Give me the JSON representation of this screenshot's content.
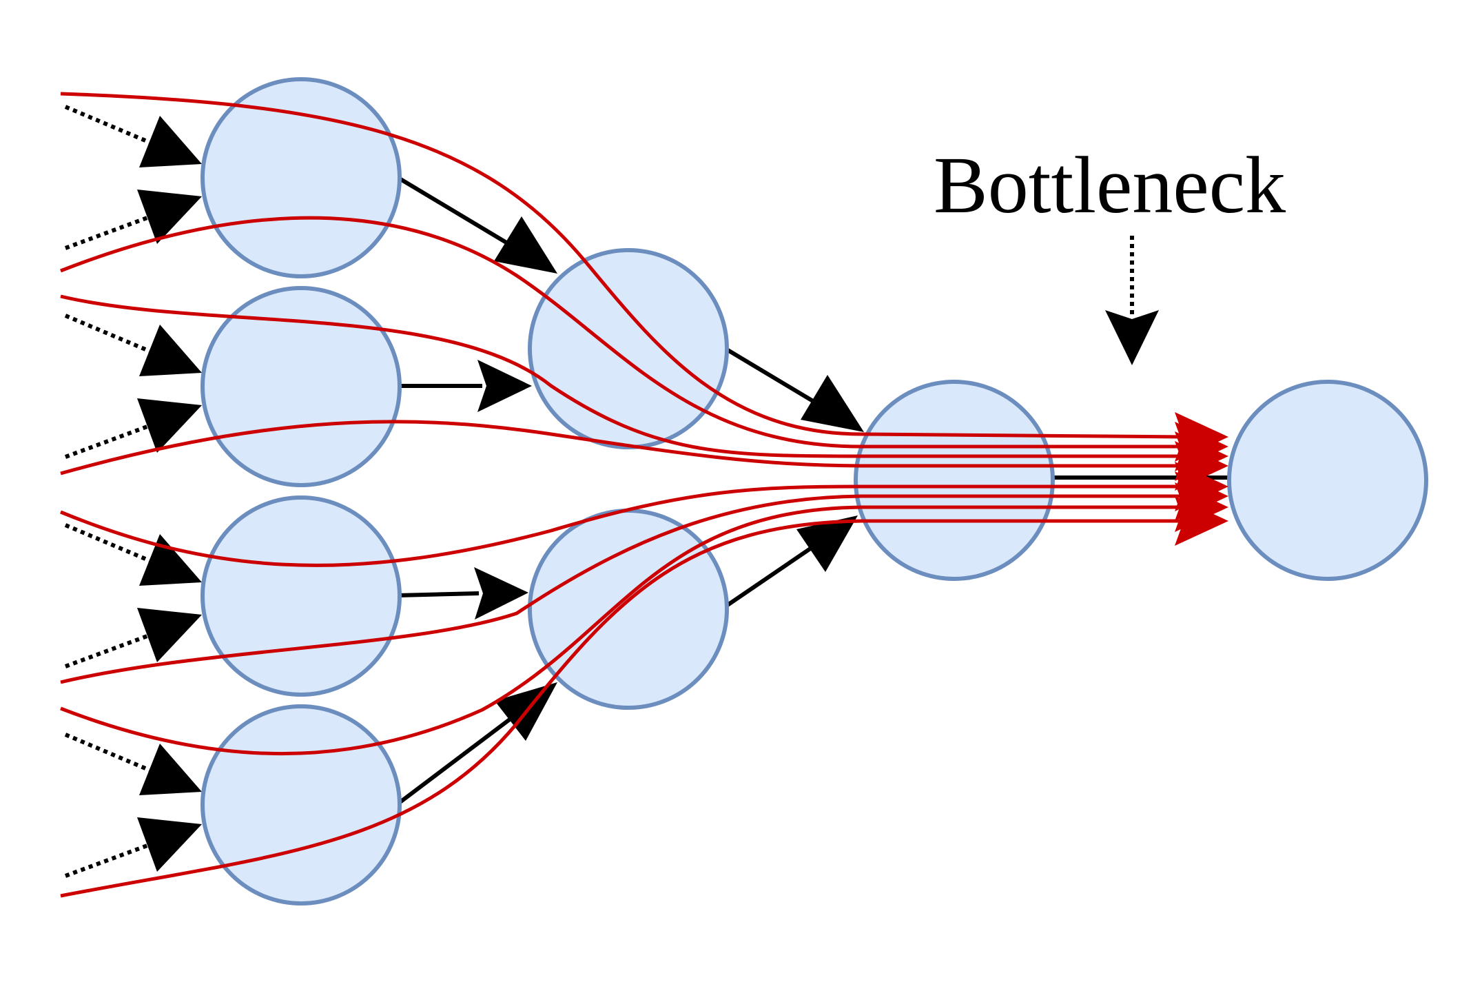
{
  "diagram": {
    "annotation_label": "Bottleneck",
    "colors": {
      "node_fill": "#dae8fc",
      "node_stroke": "#6c8ebf",
      "edge": "#000000",
      "path": "#cc0000",
      "background": "#ffffff"
    },
    "nodes": [
      {
        "id": "input-1",
        "layer": 0
      },
      {
        "id": "input-2",
        "layer": 0
      },
      {
        "id": "input-3",
        "layer": 0
      },
      {
        "id": "input-4",
        "layer": 0
      },
      {
        "id": "hidden-1",
        "layer": 1
      },
      {
        "id": "hidden-2",
        "layer": 1
      },
      {
        "id": "merge-node",
        "layer": 2
      },
      {
        "id": "output-node",
        "layer": 3
      }
    ],
    "edges": [
      {
        "from": "input-1",
        "to": "hidden-1"
      },
      {
        "from": "input-2",
        "to": "hidden-1"
      },
      {
        "from": "input-3",
        "to": "hidden-2"
      },
      {
        "from": "input-4",
        "to": "hidden-2"
      },
      {
        "from": "hidden-1",
        "to": "merge-node"
      },
      {
        "from": "hidden-2",
        "to": "merge-node"
      },
      {
        "from": "merge-node",
        "to": "output-node"
      }
    ],
    "incoming_dotted_edges_per_input": 2,
    "red_path_count": 8
  }
}
